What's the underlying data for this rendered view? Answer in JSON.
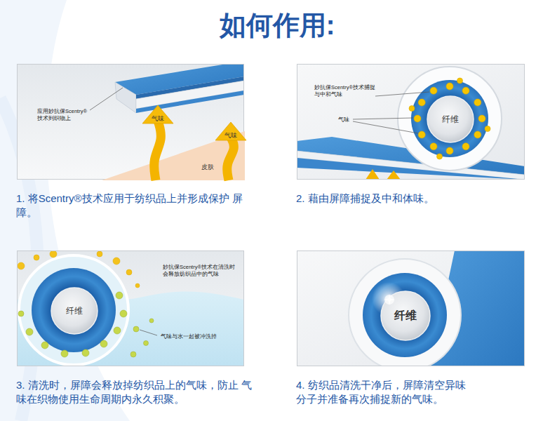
{
  "diagram": {
    "title": "如何作用:",
    "nodes": [
      {
        "text": [
          "应用妙抗保Scentry® 技术到织物上",
          "1. 将Scentry®技术应用于纺织品上并形成保护 屏障。"
        ]
      },
      {
        "text": [
          "气味"
        ],
        "in": 0
      },
      {
        "text": [
          "气味"
        ],
        "in": 0
      },
      {
        "text": [
          "皮肤"
        ],
        "in": 0
      },
      {
        "text": [
          "妙抗保Scentry®技术捕捉 与中和气味",
          "气味",
          "2. 藉由屏障捕捉及中和体味。"
        ]
      },
      {
        "text": [
          "纤维"
        ],
        "in": 4
      },
      {
        "text": [
          "妙抗保Scentry®技术在清洗时 会释放纺织品中的气味",
          "气味与水一起被冲洗掉",
          "3. 清洗时，屏障会释放掉纺织品上的气味，防止 气味在织物使用生命周期内永久积聚。"
        ]
      },
      {
        "text": [
          "纤维"
        ],
        "in": 6
      },
      {
        "text": [
          "4. 纺织品清洗干净后，屏障清空异味 分子并准备再次捕捉新的气味。"
        ]
      },
      {
        "text": [
          "纤维"
        ],
        "in": 8
      }
    ]
  }
}
